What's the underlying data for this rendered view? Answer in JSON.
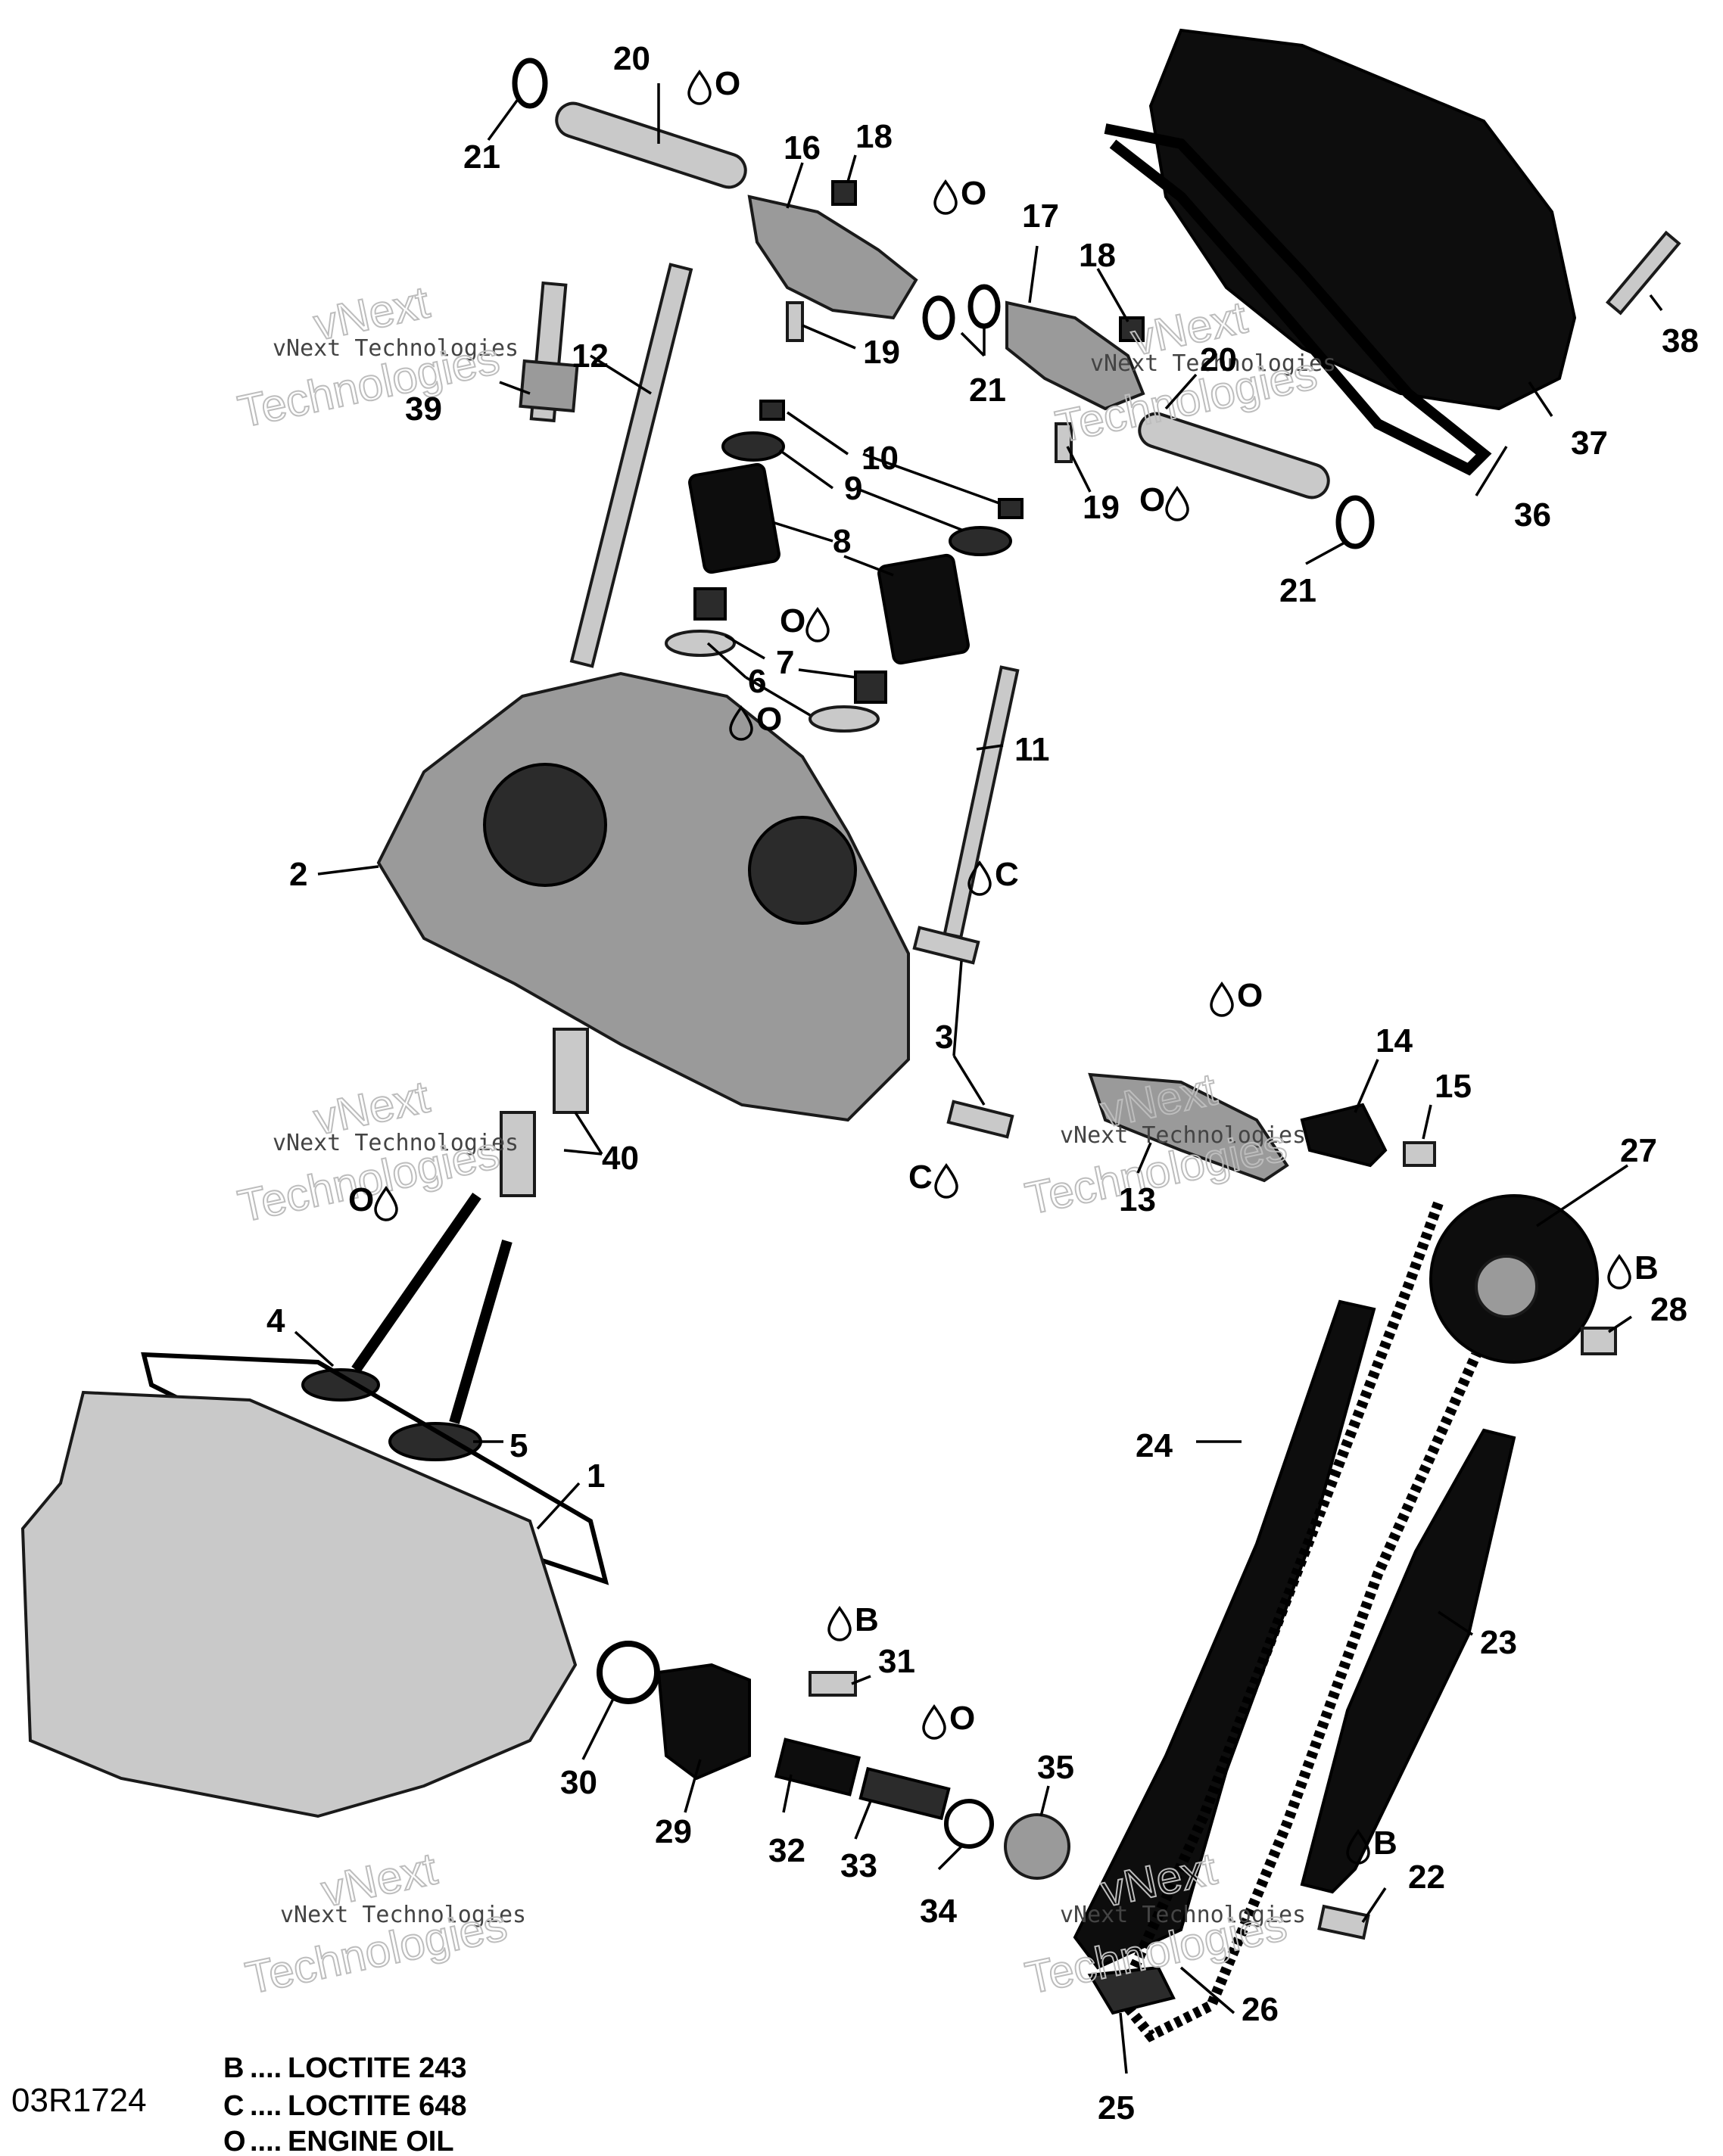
{
  "diagram": {
    "reference_code": "03R1724",
    "callouts": [
      "1",
      "2",
      "3",
      "4",
      "5",
      "6",
      "7",
      "8",
      "9",
      "10",
      "11",
      "12",
      "13",
      "14",
      "15",
      "16",
      "17",
      "18",
      "19",
      "20",
      "21",
      "22",
      "23",
      "24",
      "25",
      "26",
      "27",
      "28",
      "29",
      "30",
      "31",
      "32",
      "33",
      "34",
      "35",
      "36",
      "37",
      "38",
      "39",
      "40"
    ],
    "symbols": {
      "oil": "O",
      "loctite_648": "C",
      "loctite_243": "B"
    },
    "watermark": {
      "line1": "vNext Technologies",
      "line2": "vNext",
      "line3": "Technologies"
    },
    "legend": [
      {
        "key": "B",
        "dots": "....",
        "text": "LOCTITE 243"
      },
      {
        "key": "C",
        "dots": "....",
        "text": "LOCTITE 648"
      },
      {
        "key": "O",
        "dots": "....",
        "text": "ENGINE OIL"
      }
    ],
    "colors": {
      "part_gray": "#9a9a9a",
      "part_dark": "#2b2b2b",
      "ink": "#000000"
    }
  }
}
